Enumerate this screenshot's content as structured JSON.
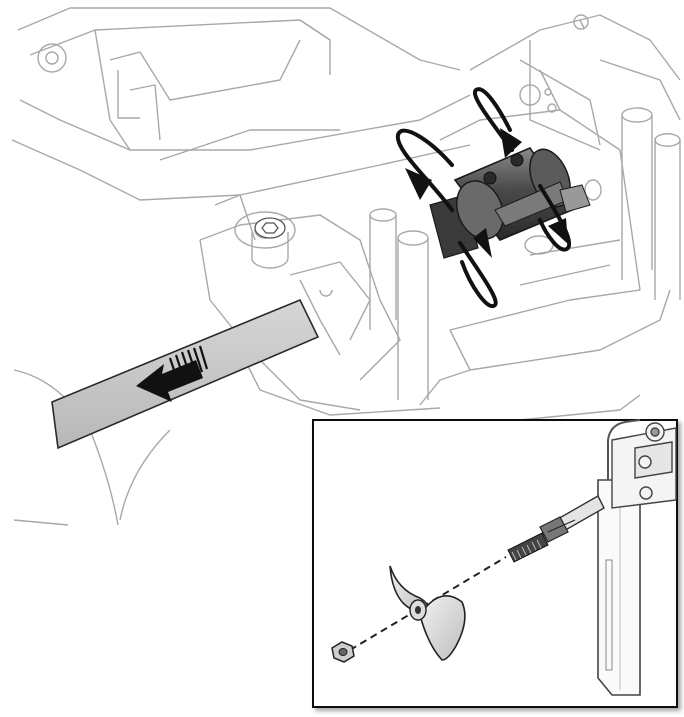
{
  "figure": {
    "main_view": {
      "motion_arrows": [
        {
          "name": "rotate-arrow-left",
          "kind": "rotation"
        },
        {
          "name": "rotate-arrow-right",
          "kind": "rotation"
        },
        {
          "name": "pull-out-arrow",
          "kind": "translation",
          "direction": "left"
        }
      ],
      "parts": [
        "shaft-coupler",
        "set-screw-top",
        "set-screw-bottom",
        "flex-shaft",
        "motor-mount-screw"
      ]
    },
    "inset_view": {
      "parts": [
        "prop-nut",
        "propeller",
        "drive-dog",
        "threaded-prop-shaft",
        "stuffing-tube",
        "rudder",
        "rudder-bracket"
      ]
    },
    "colors": {
      "line": "#9a9a9a",
      "dark_line": "#1a1a1a",
      "coupler_fill": "#5a5a5a",
      "shaft_fill": "#c8c8c8",
      "arrow_fill": "#111111"
    }
  }
}
